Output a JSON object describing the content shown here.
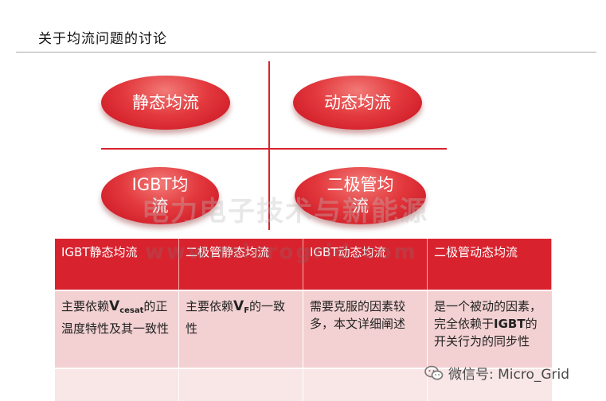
{
  "header": {
    "title": "关于均流问题的讨论"
  },
  "quadrants": {
    "top_left": "静态均流",
    "top_right": "动态均流",
    "bottom_left": "IGBT均流",
    "bottom_right": "二极管均流"
  },
  "watermark": {
    "text": "电力电子技术与新能源",
    "url": "www.microgrid.com"
  },
  "table": {
    "headers": [
      "IGBT静态均流",
      "二极管静态均流",
      "IGBT动态均流",
      "二极管动态均流"
    ],
    "col1": {
      "pre": "主要依赖",
      "symbol": "V",
      "subscript": "cesat",
      "post": "的正温度特性及其一致性"
    },
    "col2": {
      "pre": "主要依赖",
      "symbol": "V",
      "subscript": "F",
      "post": "的一致性"
    },
    "col3": "需要克服的因素较多，本文详细阐述",
    "col4": {
      "pre": "是一个被动的因素，完全依赖于",
      "strong": "IGBT",
      "post": "的开关行为的同步性"
    }
  },
  "footer": {
    "wechat": "微信号: Micro_Grid"
  },
  "colors": {
    "accent": "#d8232f",
    "row_light": "#f3d1d2"
  }
}
